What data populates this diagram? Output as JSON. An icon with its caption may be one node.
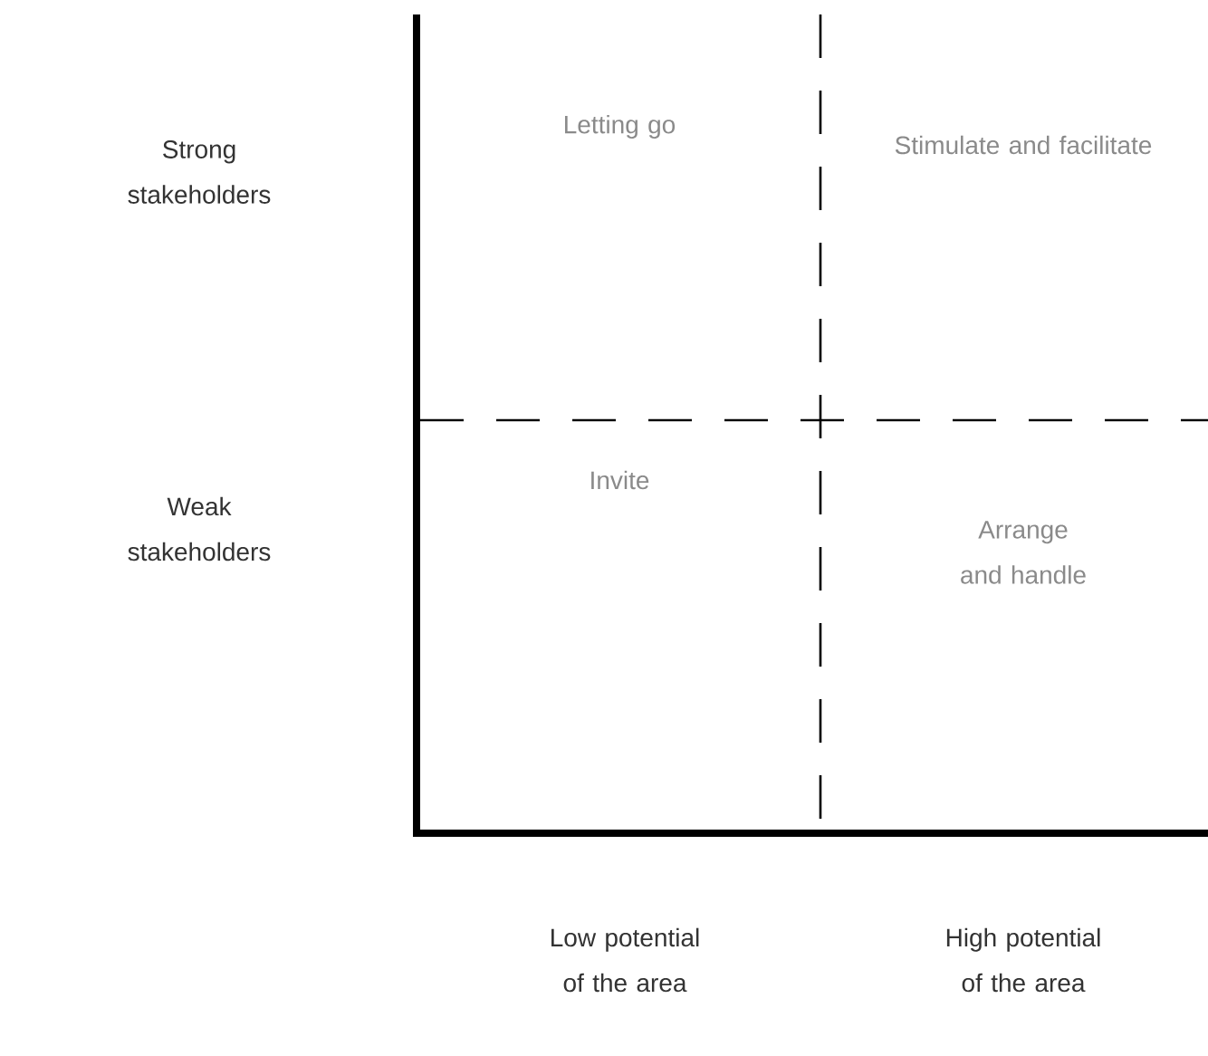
{
  "diagram": {
    "labels": [
      "Strong stakeholders",
      "Letting go",
      "Stimulate and facilitate",
      "Weak stakeholders",
      "Invite",
      "Arrange and handle",
      "Low potential of the area",
      "High potential of the area"
    ]
  }
}
